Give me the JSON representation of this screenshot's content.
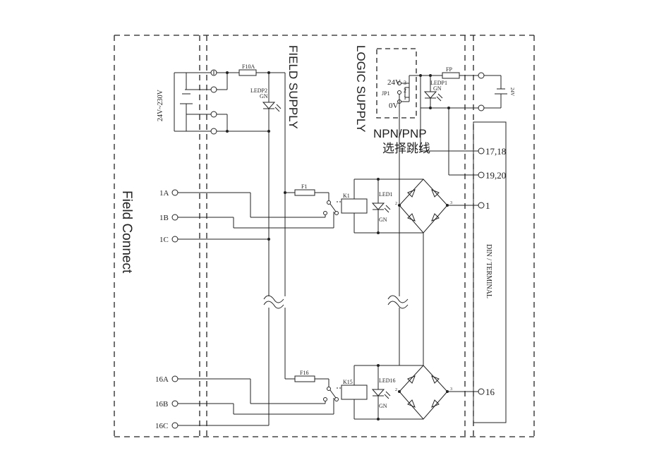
{
  "regions": {
    "field_connect": "Field Connect",
    "field_supply": "FIELD  SUPPLY",
    "logic_supply": "LOGIC  SUPPLY",
    "din_terminal": "DIN  /  TERMINAL"
  },
  "field_supply": {
    "voltage": "24V~230V",
    "fuse": "F10A",
    "led": "LEDP2",
    "led_color": "GN"
  },
  "logic_supply": {
    "voltage": "24V",
    "fuse": "FP",
    "led": "LEDP1",
    "led_color": "GN",
    "jumper": "JP1",
    "pin3": "3",
    "pin2": "2",
    "pin1": "1",
    "zero_v": "0V",
    "jumper_title": "NPN/PNP",
    "jumper_subtitle": "选择跳线"
  },
  "channel_1": {
    "input_a": "1A",
    "input_b": "1B",
    "input_c": "1C",
    "fuse": "F1",
    "relay": "K1",
    "led": "LED1",
    "led_color": "GN",
    "bridge_pin2": "2",
    "bridge_pin3": "3",
    "output": "1"
  },
  "channel_16": {
    "input_a": "16A",
    "input_b": "16B",
    "input_c": "16C",
    "fuse": "F16",
    "relay": "K15",
    "led": "LED16",
    "led_color": "GN",
    "bridge_pin2": "2",
    "bridge_pin3": "3",
    "output": "16"
  },
  "terminals": {
    "t17_18": "17,18",
    "t19_20": "19,20",
    "dc_supply": "24V"
  }
}
